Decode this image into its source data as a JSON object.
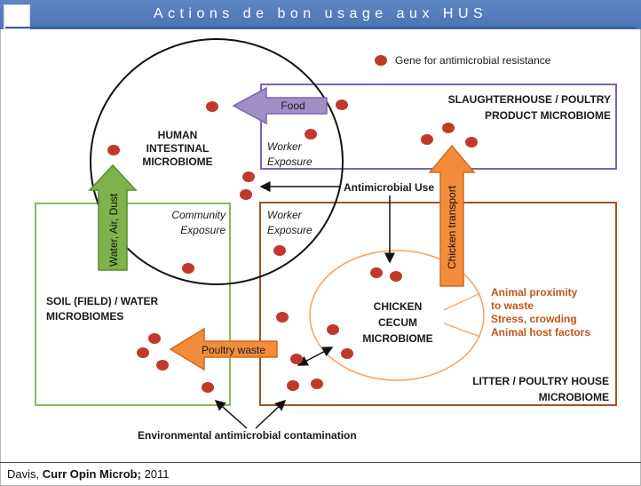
{
  "header": {
    "title": "Actions de bon usage aux HUS"
  },
  "legend": {
    "gene_label": "Gene for antimicrobial resistance"
  },
  "nodes": {
    "human": [
      "HUMAN",
      "INTESTINAL",
      "MICROBIOME"
    ],
    "slaughterhouse": [
      "SLAUGHTERHOUSE / POULTRY",
      "PRODUCT MICROBIOME"
    ],
    "soil": [
      "SOIL (FIELD) / WATER",
      "MICROBIOMES"
    ],
    "chicken": [
      "CHICKEN",
      "CECUM",
      "MICROBIOME"
    ],
    "litter": [
      "LITTER / POULTRY HOUSE",
      "MICROBIOME"
    ]
  },
  "arrows": {
    "food": "Food",
    "water": "Water, Air, Dust",
    "transport": "Chicken transport",
    "poultry_waste": "Poultry waste"
  },
  "labels": {
    "worker_exposure_top": [
      "Worker",
      "Exposure"
    ],
    "worker_exposure_bottom": [
      "Worker",
      "Exposure"
    ],
    "community_exposure": [
      "Community",
      "Exposure"
    ],
    "antimicrobial_use": "Antimicrobial Use",
    "environmental": "Environmental antimicrobial contamination",
    "host_factors": [
      "Animal proximity",
      "to waste",
      "Stress, crowding",
      "Animal host factors"
    ]
  },
  "colors": {
    "header": "#5579b8",
    "gene_dot": "#c0392b",
    "food_arrow": "#9f8fc4",
    "orange_arrow": "#f28c3a",
    "green_arrow": "#7db34a",
    "slaughter_box": "#7f62b2",
    "soil_box": "#8ab95a",
    "litter_box": "#a0522d",
    "chicken_circle": "#f5a25f"
  },
  "footer": {
    "author": "Davis, ",
    "journal": "Curr Opin Microb;",
    "year": " 2011"
  }
}
